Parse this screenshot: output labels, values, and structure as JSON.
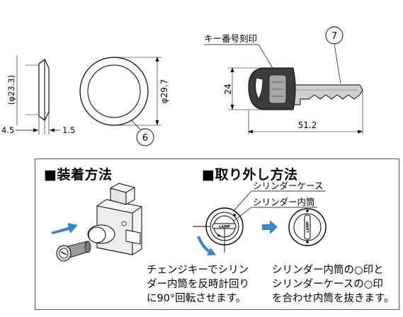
{
  "front_view": {
    "diameter_label": "(φ23.3)",
    "offset_left_label": "4.5",
    "offset_right_label": "1.5"
  },
  "ring_view": {
    "diameter_label": "φ29.7",
    "callout_number": "6"
  },
  "key_view": {
    "engraving_label": "キー番号刻印",
    "height_label": "24",
    "length_label": "51.2",
    "callout_number": "7"
  },
  "install": {
    "heading": "■装着方法",
    "caption_lines": [
      "チェンジキーでシリン",
      "ダー内筒を反時計回り",
      "に90°回転させます。"
    ]
  },
  "removal": {
    "heading": "■取り外し方法",
    "case_label": "シリンダーケース",
    "inner_label": "シリンダー内筒",
    "caption_lines": [
      "シリンダー内筒の○印と",
      "シリンダーケースの○印",
      "を合わせ内筒を抜きます。"
    ]
  },
  "colors": {
    "arrow_blue": "#3a86c8",
    "key_gray": "#cfcfcf",
    "head_dark": "#3c3c3c"
  }
}
